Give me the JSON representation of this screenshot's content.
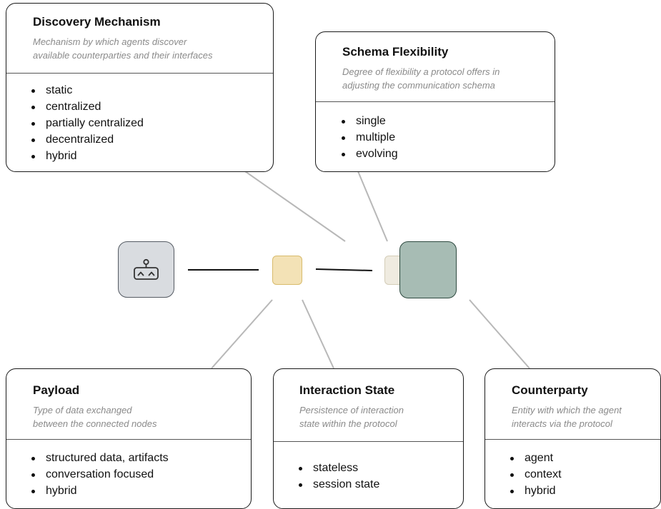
{
  "cards": {
    "discovery": {
      "title": "Discovery Mechanism",
      "description_lines": [
        "Mechanism by which agents discover",
        "available counterparties and their interfaces"
      ],
      "items": [
        "static",
        "centralized",
        "partially centralized",
        "decentralized",
        "hybrid"
      ]
    },
    "schema": {
      "title": "Schema Flexibility",
      "description_lines": [
        "Degree of flexibility a protocol offers in",
        "adjusting the communication schema"
      ],
      "items": [
        "single",
        "multiple",
        "evolving"
      ]
    },
    "payload": {
      "title": "Payload",
      "description_lines": [
        "Type of data exchanged",
        "between the connected nodes"
      ],
      "items": [
        "structured data, artifacts",
        "conversation focused",
        "hybrid"
      ]
    },
    "interaction": {
      "title": "Interaction State",
      "description_lines": [
        "Persistence of interaction",
        "state within the protocol"
      ],
      "items": [
        "stateless",
        "session state"
      ]
    },
    "counterparty": {
      "title": "Counterparty",
      "description_lines": [
        "Entity with which the agent",
        "interacts via the protocol"
      ],
      "items": [
        "agent",
        "context",
        "hybrid"
      ]
    }
  },
  "nodes": {
    "agent": {
      "icon": "robot-icon",
      "fill": "#d9dce0",
      "stroke": "#555b63"
    },
    "payload": {
      "fill": "#f3e2b6",
      "stroke": "#d8bb6c"
    },
    "context_back": {
      "fill": "#efebe0",
      "stroke": "#d4cdb8"
    },
    "counterparty": {
      "fill": "#a7bcb4",
      "stroke": "#2e4a40"
    }
  },
  "colors": {
    "connector_main": "#111111",
    "connector_light": "#b8b8b8",
    "card_border": "#1a1a1a",
    "description_text": "#8a8a8a"
  }
}
